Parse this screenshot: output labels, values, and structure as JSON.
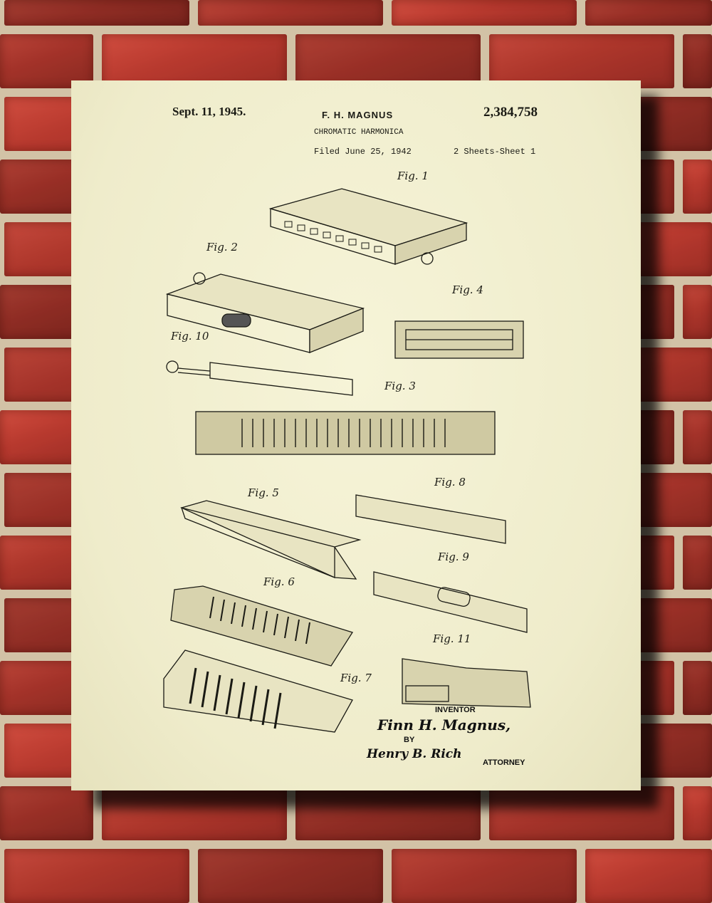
{
  "header": {
    "date": "Sept. 11, 1945.",
    "inventor_name": "F. H. MAGNUS",
    "patent_number": "2,384,758",
    "title": "CHROMATIC HARMONICA",
    "filed": "Filed June 25, 1942",
    "sheets": "2 Sheets-Sheet 1"
  },
  "figures": [
    "Fig. 1",
    "Fig. 2",
    "Fig. 4",
    "Fig. 10",
    "Fig. 3",
    "Fig. 5",
    "Fig. 8",
    "Fig. 9",
    "Fig. 6",
    "Fig. 11",
    "Fig. 7"
  ],
  "signature": {
    "inventor_label": "INVENTOR",
    "inventor_signature": "Finn H. Magnus,",
    "by_label": "BY",
    "attorney_signature": "Henry B. Rich",
    "attorney_label": "ATTORNEY"
  },
  "colors": {
    "paper": "#efeccb",
    "ink": "#1a1a14",
    "brick": "#a8342a",
    "mortar": "#d2c2a6"
  }
}
